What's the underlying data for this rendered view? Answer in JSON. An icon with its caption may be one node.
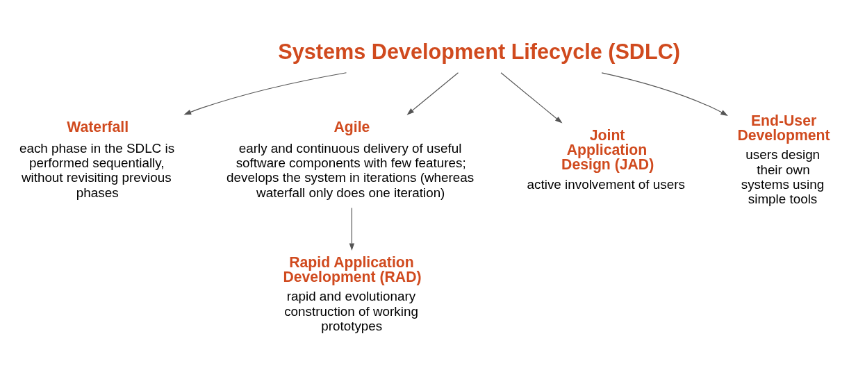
{
  "diagram": {
    "nodes": [
      {
        "text": [
          "Systems Development Lifecycle (SDLC)"
        ]
      },
      {
        "text": [
          "Waterfall",
          "each phase in the SDLC is performed sequentially, without revisiting previous phases"
        ]
      },
      {
        "text": [
          "Agile",
          "early and continuous delivery of useful software components with few features; develops the system in iterations (whereas waterfall only does one iteration)"
        ]
      },
      {
        "text": [
          "Joint Application Design (JAD)",
          "active involvement of users"
        ]
      },
      {
        "text": [
          "End-User Development",
          "users design their own systems using simple tools"
        ]
      },
      {
        "text": [
          "Rapid Application Development (RAD)",
          "rapid and evolutionary construction of working prototypes"
        ]
      }
    ],
    "edges": [
      {
        "from": 0,
        "to": 1,
        "arrow": "to"
      },
      {
        "from": 0,
        "to": 2,
        "arrow": "to"
      },
      {
        "from": 0,
        "to": 3,
        "arrow": "to"
      },
      {
        "from": 0,
        "to": 4,
        "arrow": "to"
      },
      {
        "from": 2,
        "to": 5,
        "arrow": "to"
      }
    ]
  }
}
